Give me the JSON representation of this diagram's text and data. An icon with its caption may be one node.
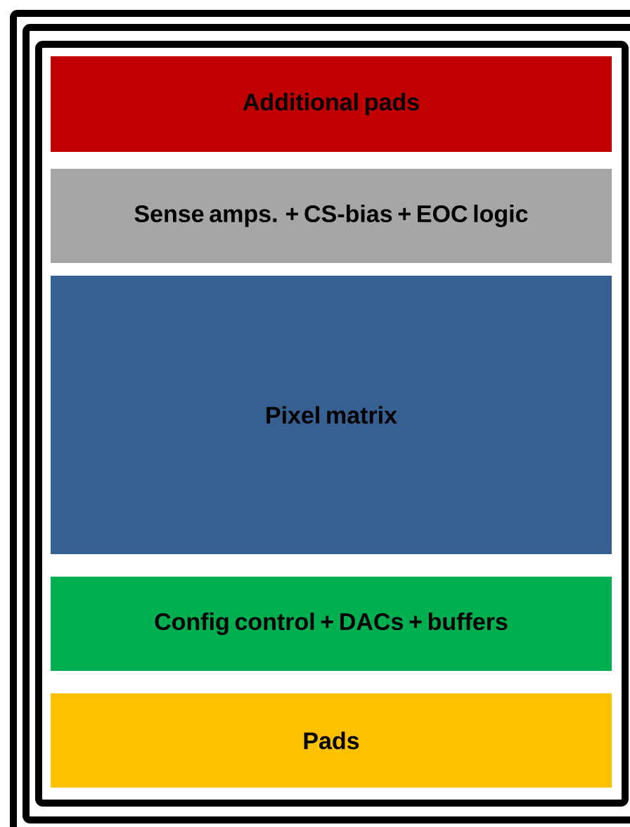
{
  "diagram": {
    "nodes": [
      {
        "text": [
          "Additional pads"
        ]
      },
      {
        "text": [
          "Sense amps. + CS-bias + EOC logic"
        ]
      },
      {
        "text": [
          "Pixel matrix"
        ]
      },
      {
        "text": [
          "Config control + DACs + buffers"
        ]
      },
      {
        "text": [
          "Pads"
        ]
      }
    ]
  }
}
